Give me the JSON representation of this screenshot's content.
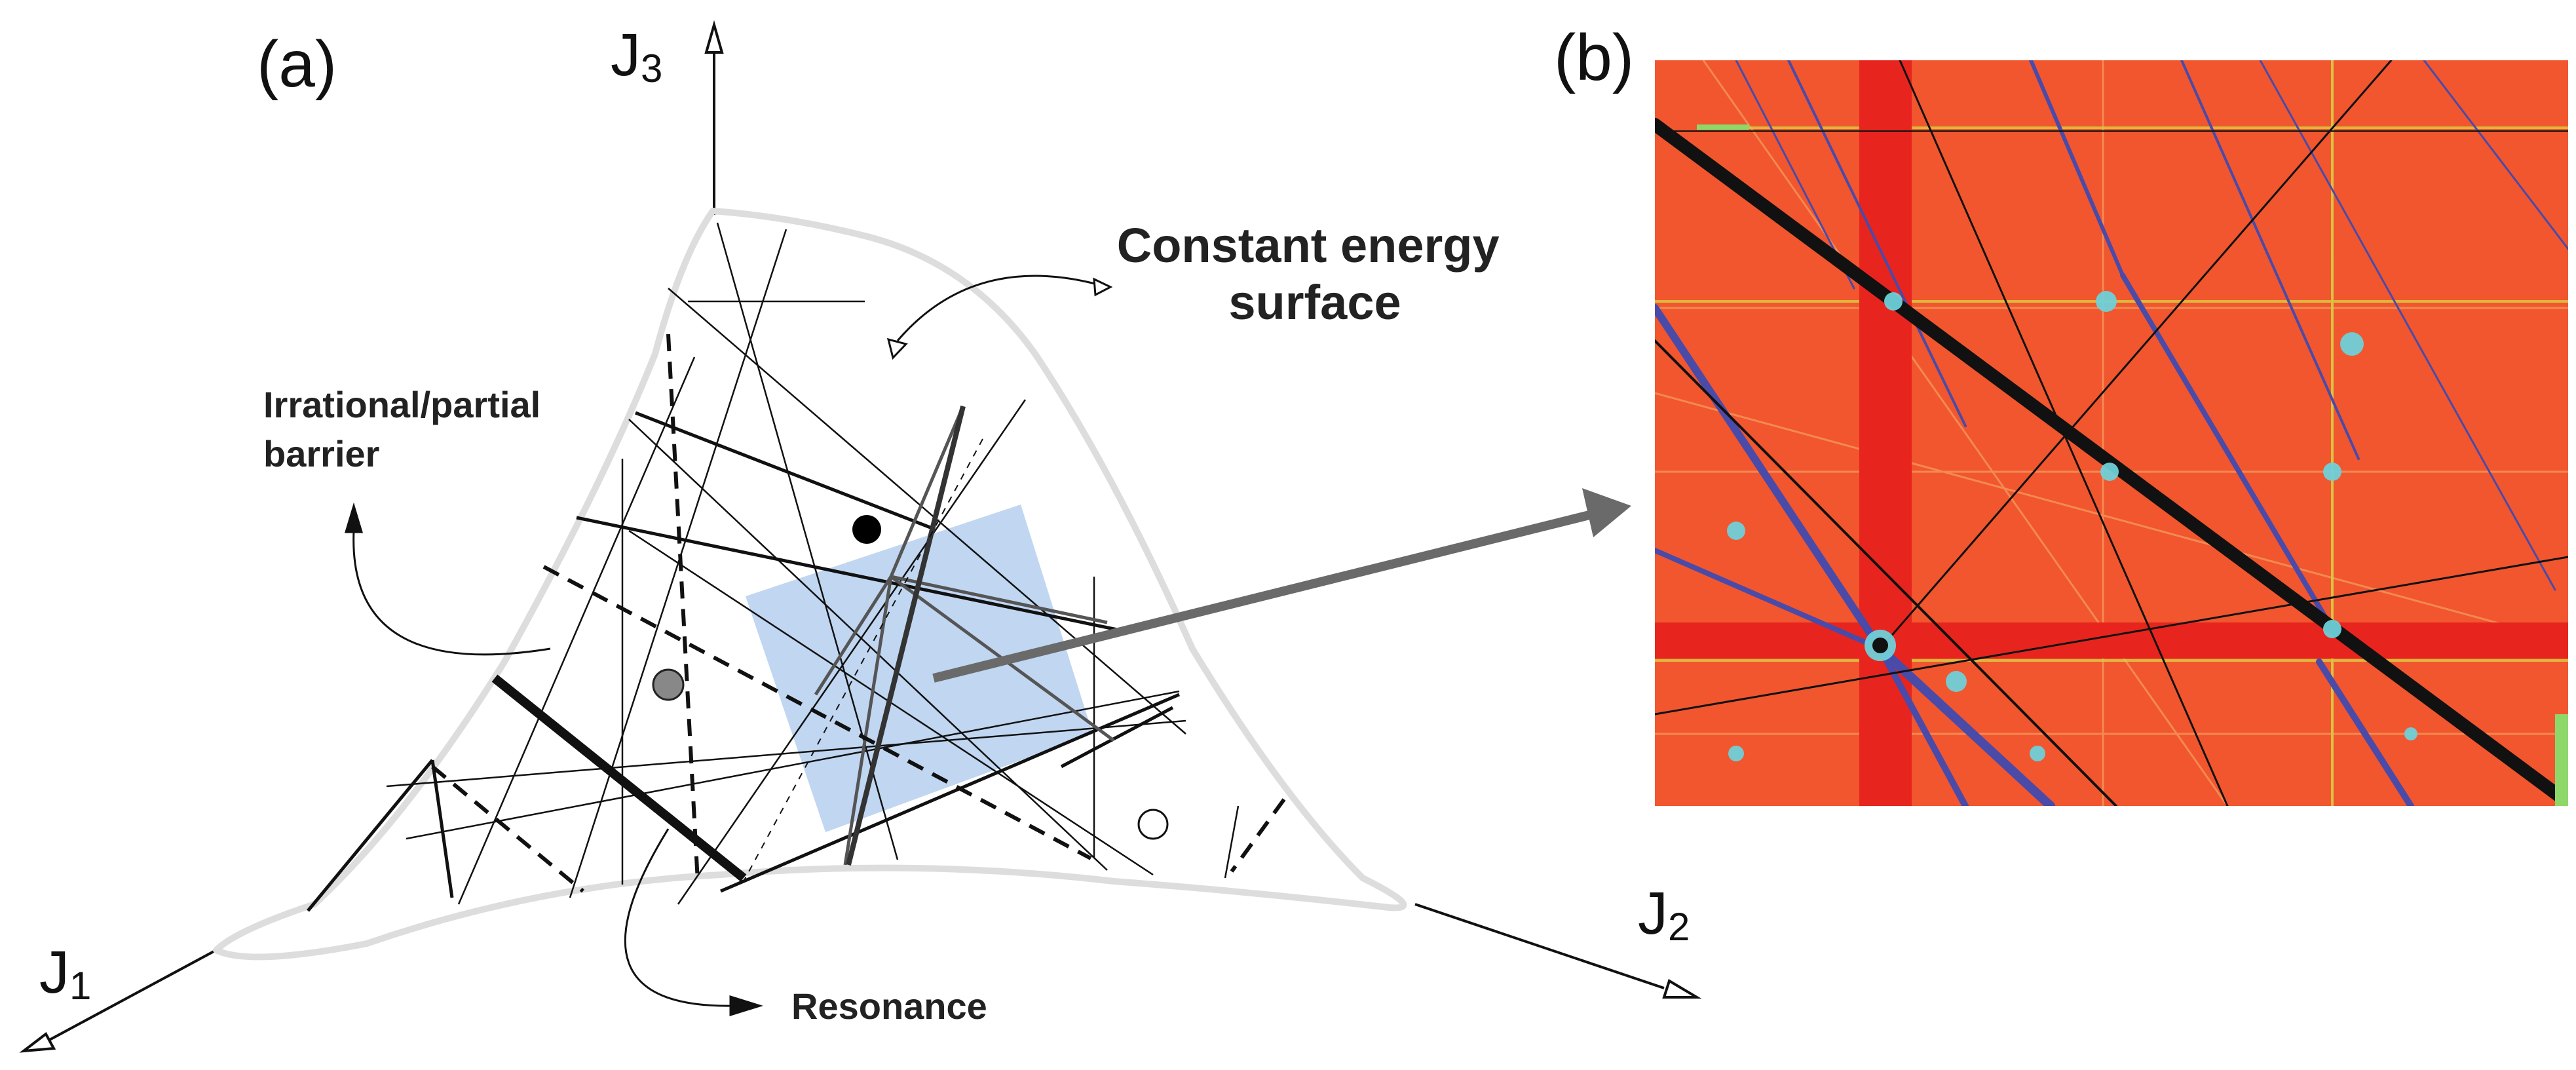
{
  "panels": {
    "a_label": "(a)",
    "b_label": "(b)"
  },
  "axes": {
    "j1": {
      "main": "J",
      "sub": "1"
    },
    "j2": {
      "main": "J",
      "sub": "2"
    },
    "j3": {
      "main": "J",
      "sub": "3"
    }
  },
  "annotations": {
    "constant_energy_line1": "Constant energy",
    "constant_energy_line2": "surface",
    "barrier_line1": "Irrational/partial",
    "barrier_line2": "barrier",
    "resonance": "Resonance"
  },
  "colors": {
    "surface_outline": "#dddddd",
    "highlight_region": "#b9d1ef",
    "map_background": "#f04a2a",
    "map_bands": "#e8241e",
    "map_resonance_dark": "#111111",
    "map_resonance_blue": "#4a4aa8",
    "map_junction": "#6fd0d8",
    "arrow": "#6a6a6a"
  },
  "icons": {
    "filled_marker": "black-circle",
    "gray_marker": "gray-circle",
    "open_marker": "open-circle",
    "arrowheads": "open-triangle-arrowheads"
  }
}
